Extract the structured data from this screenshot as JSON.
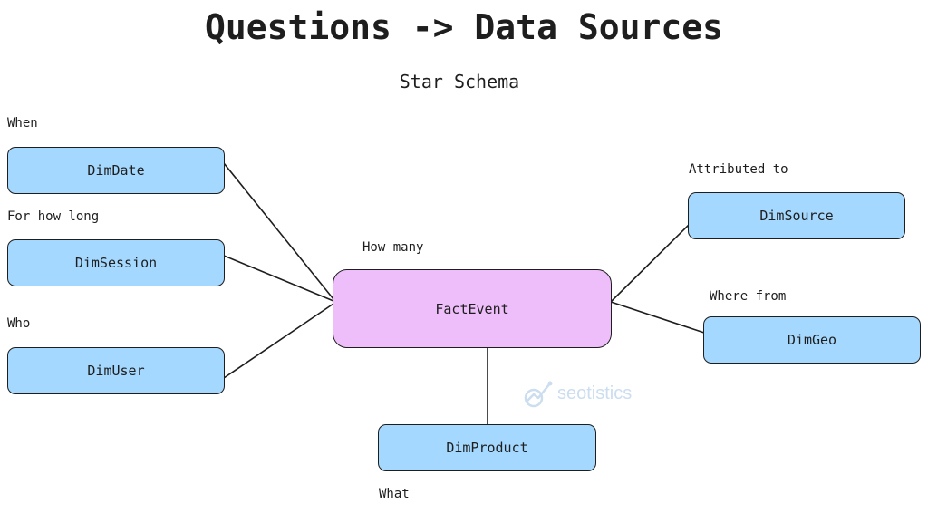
{
  "title": "Questions -> Data Sources",
  "subtitle": "Star Schema",
  "colors": {
    "dimension_fill": "#a5d8ff",
    "fact_fill": "#eebefa",
    "stroke": "#1e1e1e",
    "watermark": "#8fb4dc"
  },
  "fact": {
    "label": "FactEvent",
    "question": "How many"
  },
  "dimensions": {
    "date": {
      "label": "DimDate",
      "question": "When"
    },
    "session": {
      "label": "DimSession",
      "question": "For how long"
    },
    "user": {
      "label": "DimUser",
      "question": "Who"
    },
    "product": {
      "label": "DimProduct",
      "question": "What"
    },
    "source": {
      "label": "DimSource",
      "question": "Attributed to"
    },
    "geo": {
      "label": "DimGeo",
      "question": "Where from"
    }
  },
  "watermark": {
    "text": "seotistics",
    "icon": "seotistics-logo-icon"
  }
}
